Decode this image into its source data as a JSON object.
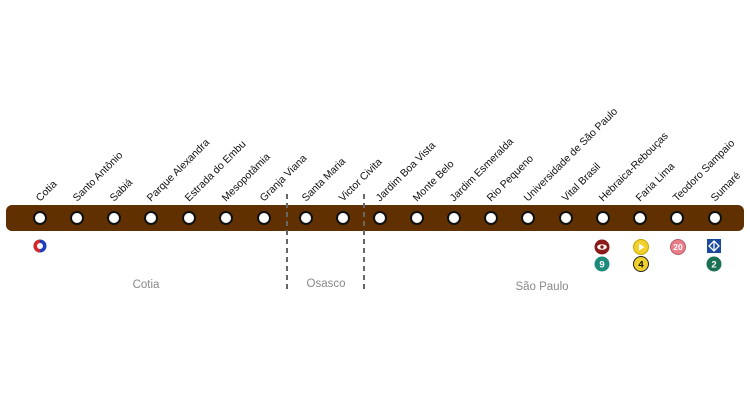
{
  "line": {
    "color": "#603000",
    "stations": [
      {
        "name": "Cotia"
      },
      {
        "name": "Santo Antônio"
      },
      {
        "name": "Sabiá"
      },
      {
        "name": "Parque Alexandra"
      },
      {
        "name": "Estrada do Embu"
      },
      {
        "name": "Mesopotâmia"
      },
      {
        "name": "Granja Viana"
      },
      {
        "name": "Santa Maria"
      },
      {
        "name": "Victor Civita"
      },
      {
        "name": "Jardim Boa Vista"
      },
      {
        "name": "Monte Belo"
      },
      {
        "name": "Jardim Esmeralda"
      },
      {
        "name": "Rio Pequeno"
      },
      {
        "name": "Universidade de São Paulo"
      },
      {
        "name": "Vital Brasil"
      },
      {
        "name": "Hebraica-Rebouças"
      },
      {
        "name": "Faria Lima"
      },
      {
        "name": "Teodoro Sampaio"
      },
      {
        "name": "Sumaré"
      }
    ]
  },
  "regions": [
    {
      "name": "Cotia"
    },
    {
      "name": "Osasco"
    },
    {
      "name": "São Paulo"
    }
  ],
  "connections": [
    {
      "station": "Cotia",
      "icon": "intercity-bus-icon",
      "colors": [
        "#d62828",
        "#1d3fbf"
      ]
    },
    {
      "station": "Hebraica-Rebouças",
      "icon": "emtu-eye-icon",
      "color": "#8b1a1a"
    },
    {
      "station": "Hebraica-Rebouças",
      "icon": "line-badge-icon",
      "label": "9",
      "color": "#1e8a7a"
    },
    {
      "station": "Faria Lima",
      "icon": "airport-express-icon",
      "color": "#f0d02a"
    },
    {
      "station": "Faria Lima",
      "icon": "line-badge-icon",
      "label": "4",
      "color": "#f0d02a"
    },
    {
      "station": "Teodoro Sampaio",
      "icon": "line-badge-icon",
      "label": "20",
      "color": "#e77e8a"
    },
    {
      "station": "Sumaré",
      "icon": "metro-logo-icon",
      "color": "#1a4aa0"
    },
    {
      "station": "Sumaré",
      "icon": "line-badge-icon",
      "label": "2",
      "color": "#1a7050"
    }
  ]
}
